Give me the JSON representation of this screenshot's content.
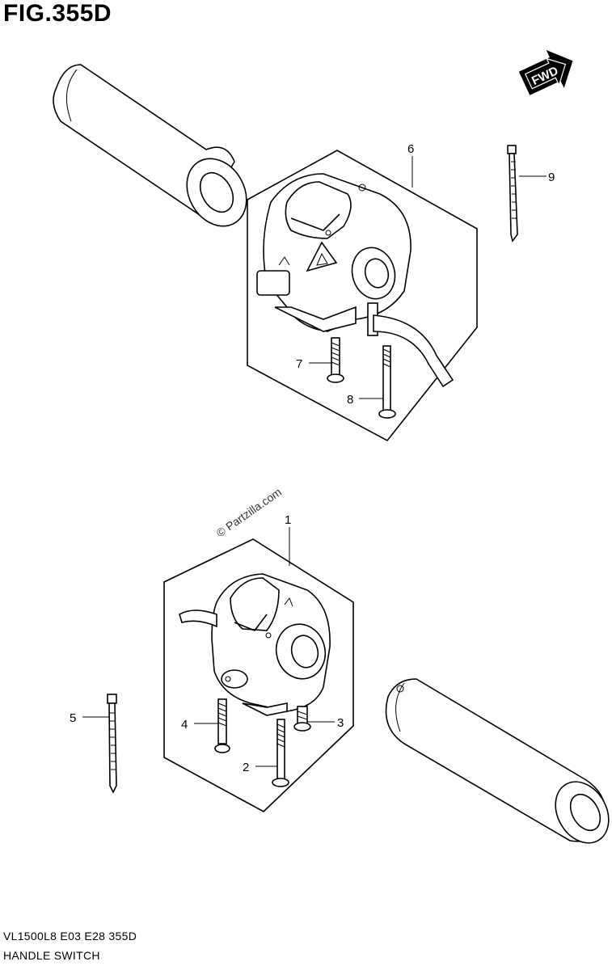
{
  "header": {
    "figure_title": "FIG.355D"
  },
  "fwd_badge": {
    "label": "FWD"
  },
  "watermark": {
    "text": "© Partzilla.com"
  },
  "callouts": [
    "1",
    "2",
    "3",
    "4",
    "5",
    "6",
    "7",
    "8",
    "9"
  ],
  "footer": {
    "model_code": "VL1500L8  E03  E28  355D",
    "diagram_name": "HANDLE SWITCH"
  }
}
